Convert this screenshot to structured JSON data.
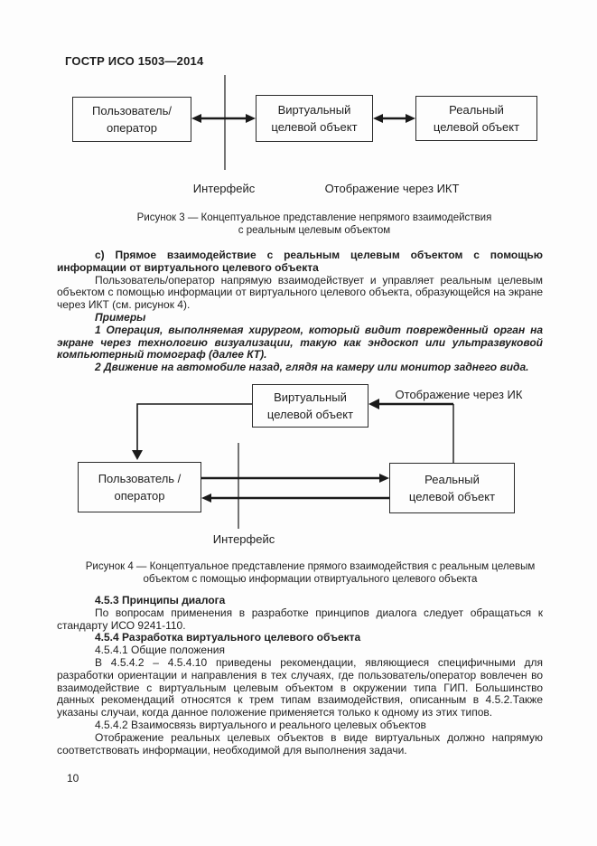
{
  "header": {
    "title": "ГОСТР ИСО 1503—2014"
  },
  "figure3": {
    "box_user": "Пользователь/\nоператор",
    "box_virtual": "Виртуальный\nцелевой объект",
    "box_real": "Реальный\nцелевой объект",
    "label_interface": "Интерфейс",
    "label_ict": "Отображение через ИКТ",
    "caption": "Рисунок 3 — Концептуальное представление непрямого взаимодействия\nс реальным целевым объектом"
  },
  "section_c": {
    "heading": "с) Прямое взаимодействие с реальным целевым объектом с помощью информации от виртуального целевого объекта",
    "paragraph": "Пользователь/оператор напрямую взаимодействует и управляет реальным целевым объектом с помощью информации от виртуального целевого объекта, образующейся на экране через ИКТ (см. рисунок 4).",
    "examples_label": "Примеры",
    "example1": "1 Операция, выполняемая хирургом, который видит поврежденный орган на экране через технологию визуализации, такую как эндоскоп или ультразвуковой компьютерный томограф (далее КТ).",
    "example2": "2 Движение на автомобиле назад, глядя на камеру или монитор заднего вида."
  },
  "figure4": {
    "box_virtual": "Виртуальный\nцелевой объект",
    "box_user": "Пользователь /\nоператор",
    "box_real": "Реальный\nцелевой объект",
    "label_interface": "Интерфейс",
    "label_ict": "Отображение через ИК",
    "caption": "Рисунок 4 — Концептуальное представление прямого взаимодействия с реальным целевым\nобъектом с помощью информации отвиртуального целевого объекта"
  },
  "sections": {
    "s453_heading": "4.5.3 Принципы диалога",
    "s453_text": "По вопросам применения в разработке принципов диалога следует обращаться к стандарту ИСО 9241-110.",
    "s454_heading": "4.5.4 Разработка виртуального целевого объекта",
    "s4541_heading": "4.5.4.1 Общие положения",
    "s4541_text": "В 4.5.4.2 – 4.5.4.10 приведены рекомендации, являющиеся специфичными для разработки ориентации и направления в тех случаях, где пользователь/оператор вовлечен во взаимодействие с виртуальным целевым объектом в окружении типа ГИП. Большинство данных рекомендаций относятся к трем типам взаимодействия, описанным в 4.5.2.Также указаны случаи, когда данное положение применяется только к одному из этих типов.",
    "s4542_heading": "4.5.4.2 Взаимосвязь виртуального и реального целевых объектов",
    "s4542_text": "Отображение реальных целевых объектов в виде виртуальных должно напрямую соответствовать информации, необходимой для выполнения задачи."
  },
  "footer": {
    "page_number": "10"
  }
}
